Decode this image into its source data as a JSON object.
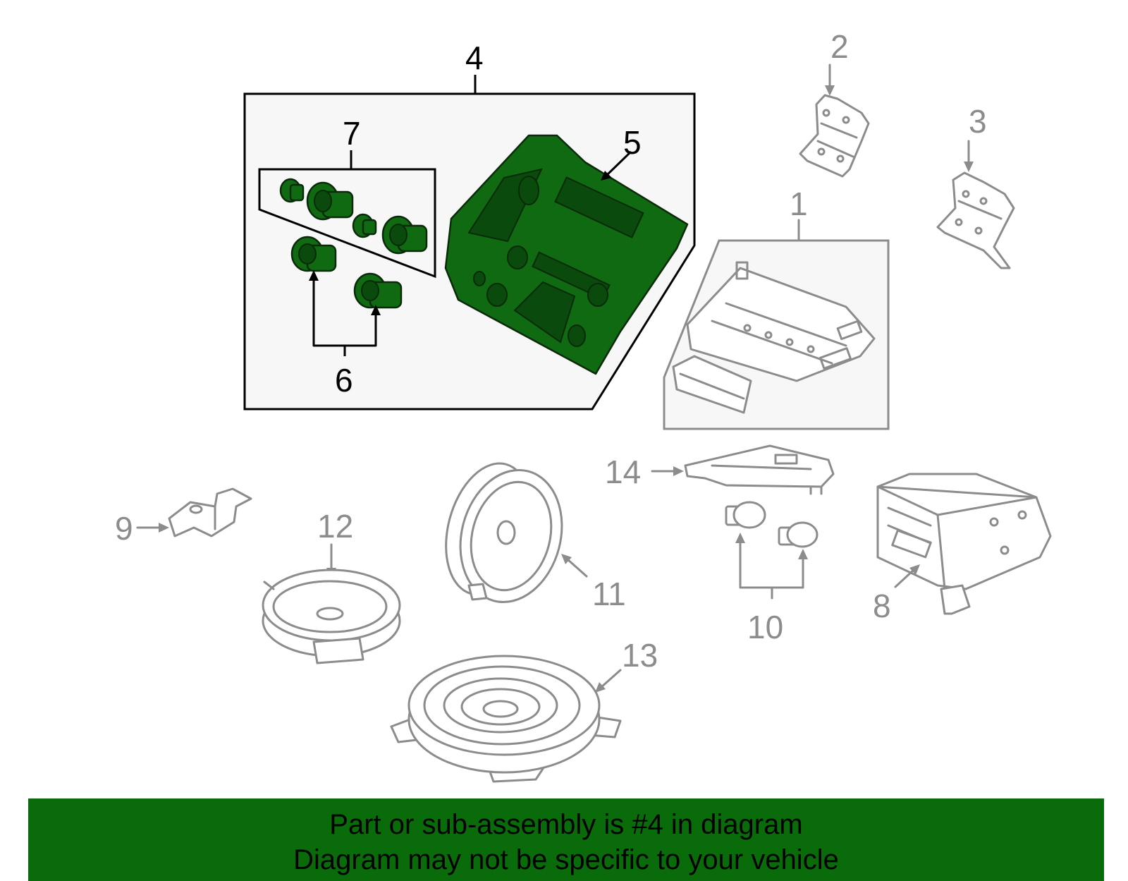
{
  "callouts": {
    "c1": "1",
    "c2": "2",
    "c3": "3",
    "c4": "4",
    "c5": "5",
    "c6": "6",
    "c7": "7",
    "c8": "8",
    "c9": "9",
    "c10": "10",
    "c11": "11",
    "c12": "12",
    "c13": "13",
    "c14": "14"
  },
  "banner": {
    "line1": "Part or sub-assembly is #4 in diagram",
    "line2": "Diagram may not be specific to your vehicle"
  },
  "colors": {
    "highlight_part": "#0f6a12",
    "banner_background": "#0a6b0a",
    "other_parts_outline": "#8c8c8c",
    "sub_assembly_box_fill": "#f7f7f7"
  }
}
